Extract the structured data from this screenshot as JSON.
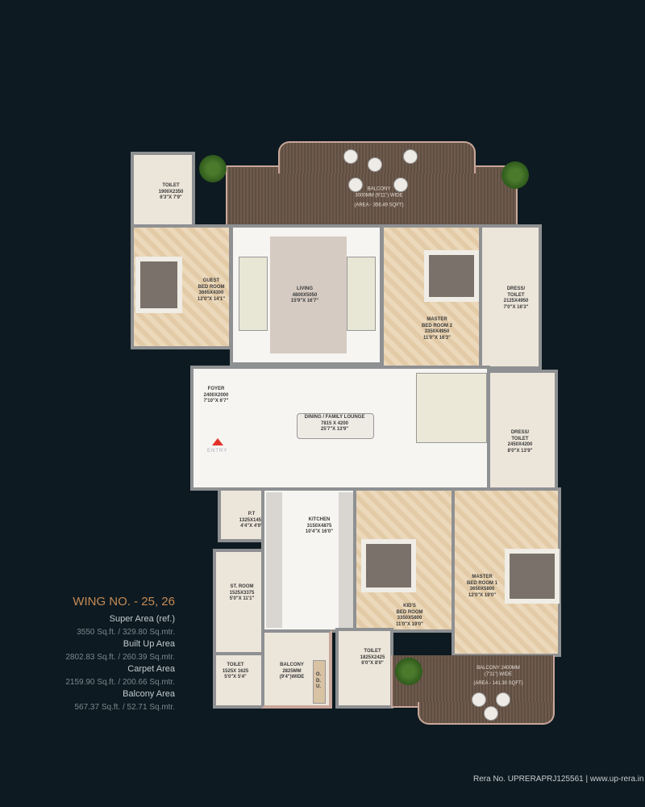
{
  "rooms": {
    "toilet_top": {
      "name": "TOILET",
      "size_mm": "1900X2350",
      "size_ft": "6'3\"X 7'9\""
    },
    "balcony_top": {
      "name": "BALCONY",
      "width": "3000MM (9'11\") WIDE",
      "area": "(AREA - 356.49 SQFT)"
    },
    "guest_bed": {
      "name": "GUEST",
      "name2": "BED ROOM",
      "size_mm": "3665X4300",
      "size_ft": "12'0\"X 14'1\""
    },
    "living": {
      "name": "LIVING",
      "size_mm": "4800X5050",
      "size_ft": "15'9\"X 16'7\""
    },
    "master_bed_2": {
      "name": "MASTER",
      "name2": "BED ROOM 2",
      "size_mm": "3350X4950",
      "size_ft": "11'0\"X 16'3\""
    },
    "dress_toilet_1": {
      "name": "DRESS/",
      "name2": "TOILET",
      "size_mm": "2125X4950",
      "size_ft": "7'0\"X 16'3\""
    },
    "foyer": {
      "name": "FOYER",
      "size_mm": "2400X2000",
      "size_ft": "7'10\"X 6'7\""
    },
    "dining": {
      "name": "DINING / FAMILY LOUNGE",
      "size_mm": "7815 X 4200",
      "size_ft": "25'7\"X 13'9\""
    },
    "dress_toilet_2": {
      "name": "DRESS/",
      "name2": "TOILET",
      "size_mm": "2450X4200",
      "size_ft": "8'0\"X 13'9\""
    },
    "pt": {
      "name": "P.T",
      "size_mm": "1325X1450",
      "size_ft": "4'4\"X 4'9\""
    },
    "kitchen": {
      "name": "KITCHEN",
      "size_mm": "3150X4875",
      "size_ft": "10'4\"X 16'0\""
    },
    "kids_bed": {
      "name": "KID'S",
      "name2": "BED ROOM",
      "size_mm": "3350X5800",
      "size_ft": "11'0\"X 19'0\""
    },
    "master_bed_1": {
      "name": "MASTER",
      "name2": "BED ROOM 1",
      "size_mm": "3650X5800",
      "size_ft": "12'0\"X 19'0\""
    },
    "st_room": {
      "name": "ST. ROOM",
      "size_mm": "1525X3375",
      "size_ft": "5'0\"X 11'1\""
    },
    "toilet_small": {
      "name": "TOILET",
      "size_mm": "1525X 1625",
      "size_ft": "5'0\"X 5'4\""
    },
    "balcony_small": {
      "name": "BALCONY",
      "width": "2825MM",
      "width2": "(9'4\")WIDE"
    },
    "odu": {
      "l1": "O.",
      "l2": "D.",
      "l3": "U."
    },
    "toilet_bottom": {
      "name": "TOILET",
      "size_mm": "1825X2425",
      "size_ft": "6'0\"X 8'0\""
    },
    "balcony_bottom": {
      "name": "BALCONY 2400MM",
      "width": "(7'11\") WIDE",
      "area": "(AREA - 141.30 SQFT)"
    }
  },
  "entry": {
    "label": "ENTRY",
    "color": "#e0322b"
  },
  "summary": {
    "wing": "WING NO. - 25, 26",
    "items": [
      {
        "label": "Super Area (ref.)",
        "value": "3550 Sq.ft. / 329.80 Sq.mtr."
      },
      {
        "label": "Built Up Area",
        "value": "2802.83 Sq.ft. / 260.39 Sq.mtr."
      },
      {
        "label": "Carpet Area",
        "value": "2159.90 Sq.ft. / 200.66 Sq.mtr."
      },
      {
        "label": "Balcony Area",
        "value": "567.37 Sq.ft. / 52.71 Sq.mtr."
      }
    ]
  },
  "footer": {
    "rera": "Rera No. UPRERAPRJ125561 | www.up-rera.in"
  },
  "colors": {
    "background": "#0d1a21",
    "accent": "#c58a55",
    "deck": "#6e5b4d",
    "wood_floor": "#ecd9bb"
  }
}
